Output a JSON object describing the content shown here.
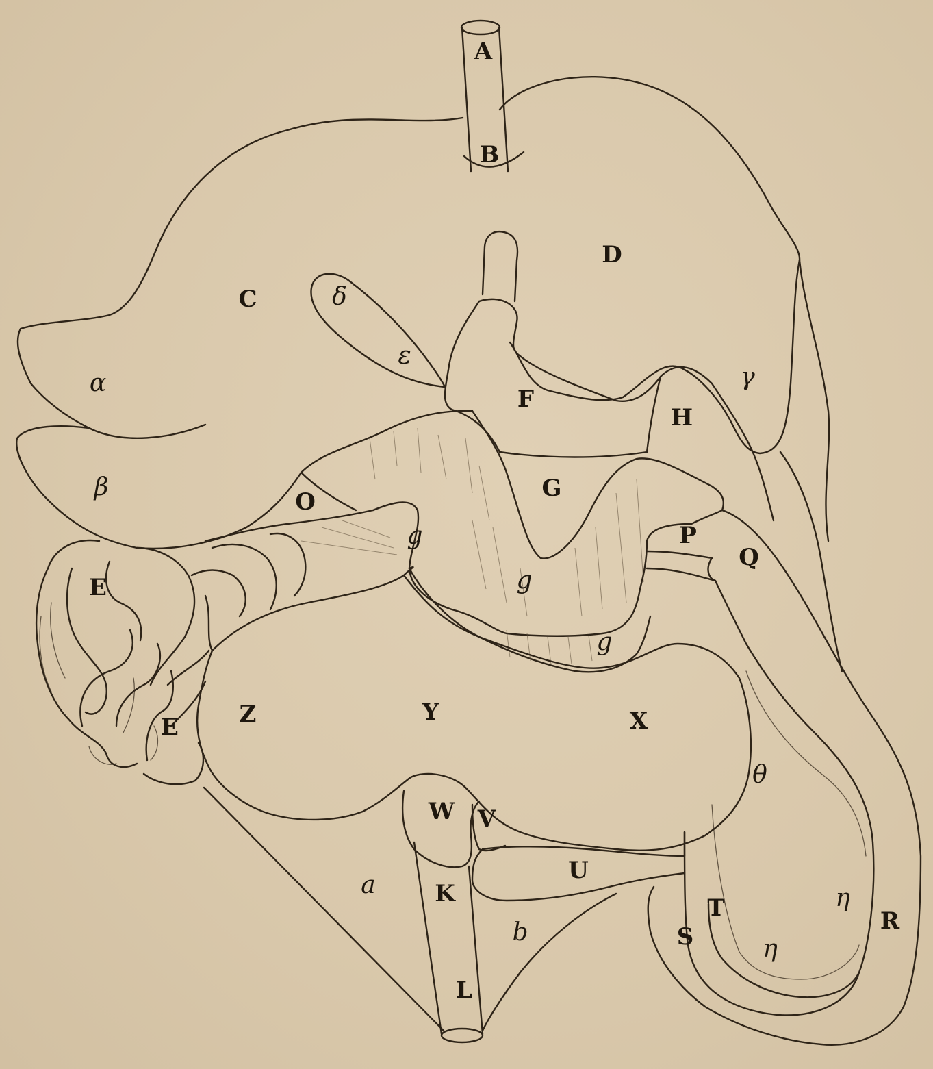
{
  "plate": {
    "labels": {
      "A": "A",
      "B": "B",
      "C": "C",
      "D": "D",
      "E1": "E",
      "E2": "E",
      "F": "F",
      "G": "G",
      "H": "H",
      "K": "K",
      "L": "L",
      "O": "O",
      "P": "P",
      "Q": "Q",
      "R": "R",
      "S": "S",
      "T": "T",
      "U": "U",
      "V": "V",
      "W": "W",
      "X": "X",
      "Y": "Y",
      "Z": "Z",
      "alpha": "α",
      "beta": "β",
      "gamma": "γ",
      "delta": "δ",
      "epsilon": "ε",
      "eta1": "η",
      "eta2": "η",
      "theta": "θ",
      "g1": "g",
      "g2": "g",
      "g3": "g",
      "a": "a",
      "b": "b"
    }
  }
}
